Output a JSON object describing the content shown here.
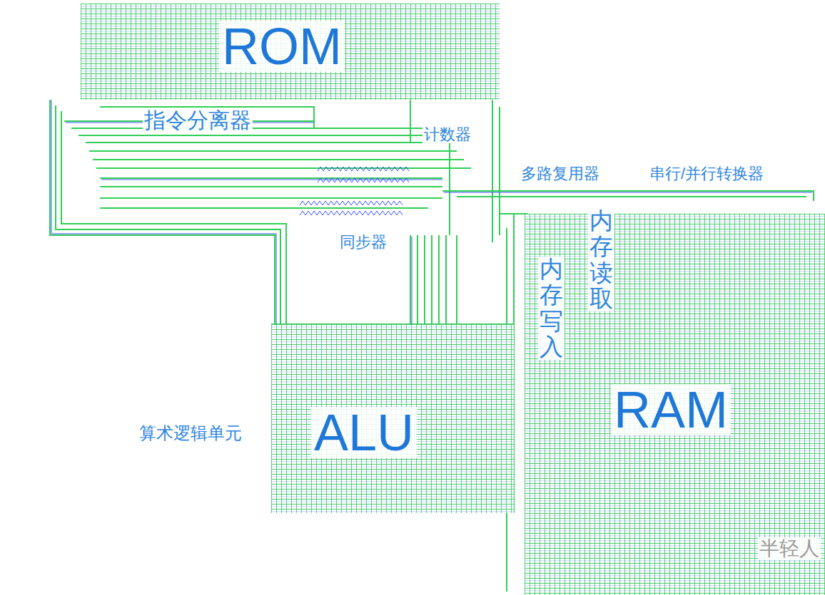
{
  "diagram": {
    "nodes": [
      {
        "text": [
          "ROM"
        ]
      },
      {
        "text": [
          "ALU"
        ]
      },
      {
        "text": [
          "RAM"
        ]
      }
    ],
    "labels": [
      "指令分离器",
      "计数器",
      "多路复用器",
      "串行/并行转换器",
      "同步器",
      "内存读取",
      "内存写入",
      "算术逻辑单元",
      "半轻人"
    ]
  }
}
